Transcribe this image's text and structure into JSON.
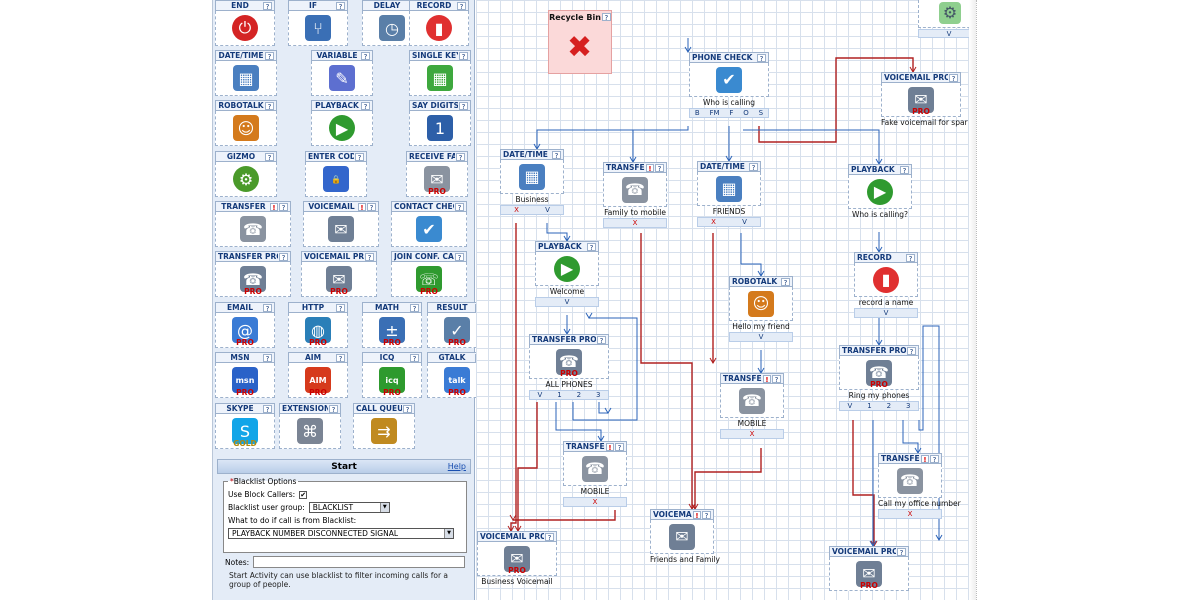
{
  "palette": {
    "tiles": [
      {
        "label": "END",
        "bang": false,
        "pro": false,
        "icon": "power-icon",
        "color": "#d42424",
        "glyph": "⏻"
      },
      {
        "label": "IF",
        "bang": false,
        "pro": false,
        "icon": "branch-icon",
        "color": "#3a6fb5",
        "glyph": "⑂"
      },
      {
        "label": "DELAY",
        "bang": false,
        "pro": false,
        "icon": "clock-icon",
        "color": "#5a7fa8",
        "glyph": "◷"
      },
      {
        "label": "RECORD",
        "bang": false,
        "pro": false,
        "icon": "record-icon",
        "color": "#e03030",
        "glyph": "▮"
      },
      {
        "label": "DATE/TIME",
        "bang": false,
        "pro": false,
        "icon": "calendar-icon",
        "color": "#4a7fc0",
        "glyph": "▦"
      },
      {
        "label": "VARIABLE",
        "bang": false,
        "pro": false,
        "icon": "variable-icon",
        "color": "#5d6fd0",
        "glyph": "✎"
      },
      {
        "label": "SINGLE KEY",
        "bang": false,
        "pro": false,
        "icon": "keypad-icon",
        "color": "#3ea83e",
        "glyph": "▦"
      },
      {
        "label": "ROBOTALK",
        "bang": false,
        "pro": false,
        "icon": "robot-icon",
        "color": "#d47a1c",
        "glyph": "☺"
      },
      {
        "label": "PLAYBACK",
        "bang": false,
        "pro": false,
        "icon": "headphones-icon",
        "color": "#2f9a2f",
        "glyph": "▶"
      },
      {
        "label": "SAY DIGITS",
        "bang": false,
        "pro": false,
        "icon": "say-digits-icon",
        "color": "#2d5fa8",
        "glyph": "1"
      },
      {
        "label": "GIZMO",
        "bang": false,
        "pro": false,
        "icon": "gear-icon",
        "color": "#4a9a2a",
        "glyph": "⚙"
      },
      {
        "label": "ENTER CODE",
        "bang": false,
        "pro": false,
        "icon": "lock-icon",
        "color": "#3366cc",
        "glyph": "🔒"
      },
      {
        "label": "RECEIVE FAX",
        "bang": false,
        "pro": true,
        "icon": "fax-icon",
        "color": "#8a93a0",
        "glyph": "✉"
      },
      {
        "label": "TRANSFER",
        "bang": true,
        "pro": false,
        "icon": "phone-icon",
        "color": "#8a93a0",
        "glyph": "☎"
      },
      {
        "label": "VOICEMAIL",
        "bang": true,
        "pro": false,
        "icon": "voicemail-icon",
        "color": "#6f7f95",
        "glyph": "✉"
      },
      {
        "label": "CONTACT CHECK",
        "bang": false,
        "pro": false,
        "icon": "contact-card-icon",
        "color": "#3a8ad0",
        "glyph": "✔"
      },
      {
        "label": "TRANSFER PRO",
        "bang": false,
        "pro": true,
        "icon": "multi-phone-icon",
        "color": "#6f7f95",
        "glyph": "☎"
      },
      {
        "label": "VOICEMAIL PRO",
        "bang": false,
        "pro": true,
        "icon": "voicemail-pro-icon",
        "color": "#6f7f95",
        "glyph": "✉"
      },
      {
        "label": "JOIN CONF. CALL",
        "bang": false,
        "pro": true,
        "icon": "conference-icon",
        "color": "#2f9a2f",
        "glyph": "☏"
      },
      {
        "label": "EMAIL",
        "bang": false,
        "pro": true,
        "icon": "email-icon",
        "color": "#3a7bd5",
        "glyph": "@"
      },
      {
        "label": "HTTP",
        "bang": false,
        "pro": true,
        "icon": "globe-icon",
        "color": "#2a7fb8",
        "glyph": "◍"
      },
      {
        "label": "MATH",
        "bang": false,
        "pro": true,
        "icon": "calculator-icon",
        "color": "#3a6fb5",
        "glyph": "±"
      },
      {
        "label": "RESULT",
        "bang": false,
        "pro": true,
        "icon": "result-icon",
        "color": "#5a7fa8",
        "glyph": "✓"
      },
      {
        "label": "MSN",
        "bang": false,
        "pro": true,
        "icon": "msn-icon",
        "color": "#2a62c8",
        "glyph": "msn"
      },
      {
        "label": "AIM",
        "bang": false,
        "pro": true,
        "icon": "aim-icon",
        "color": "#d63a1c",
        "glyph": "AIM"
      },
      {
        "label": "ICQ",
        "bang": false,
        "pro": true,
        "icon": "icq-icon",
        "color": "#2e9a2e",
        "glyph": "icq"
      },
      {
        "label": "GTALK",
        "bang": false,
        "pro": true,
        "icon": "gtalk-icon",
        "color": "#3a7bd5",
        "glyph": "talk"
      },
      {
        "label": "SKYPE",
        "bang": false,
        "pro": false,
        "gold": "GOLD",
        "icon": "skype-icon",
        "color": "#12a5e8",
        "glyph": "S"
      },
      {
        "label": "EXTENSION",
        "bang": false,
        "pro": false,
        "icon": "extension-tree-icon",
        "color": "#7a8494",
        "glyph": "⌘"
      },
      {
        "label": "CALL QUEUE",
        "bang": false,
        "pro": false,
        "icon": "call-queue-icon",
        "color": "#c08a20",
        "glyph": "⇉"
      }
    ],
    "pro_label": "PRO"
  },
  "start_panel": {
    "title": "Start",
    "help": "Help",
    "legend": "Blacklist Options",
    "use_block_callers_label": "Use Block Callers:",
    "use_block_callers_checked": "✔",
    "user_group_label": "Blacklist user group:",
    "user_group_value": "BLACKLIST",
    "action_label": "What to do if call is from Blacklist:",
    "action_value": "PLAYBACK NUMBER DISCONNECTED SIGNAL",
    "notes_label": "Notes:",
    "description": "Start Activity can use blacklist to filter incoming calls for a group of people."
  },
  "recycle_bin": {
    "label": "Recycle Bin"
  },
  "flow_nodes": [
    {
      "id": "phone_check",
      "title": "PHONE CHECK",
      "caption": "Who is calling",
      "ports": [
        "B",
        "FM",
        "F",
        "O",
        "S"
      ],
      "icon": "contact-card-icon",
      "color": "#3a8ad0",
      "glyph": "✔",
      "pro": false,
      "bang": false
    },
    {
      "id": "voicemail_pro_fake",
      "title": "VOICEMAIL PRO",
      "caption": "Fake voicemail for spar",
      "ports": [],
      "icon": "voicemail-pro-icon",
      "color": "#6f7f95",
      "glyph": "✉",
      "pro": true,
      "bang": false
    },
    {
      "id": "datetime_business",
      "title": "DATE/TIME",
      "caption": "Business",
      "ports": [
        "X",
        "V"
      ],
      "icon": "calendar-icon",
      "color": "#4a7fc0",
      "glyph": "▦",
      "pro": false,
      "bang": false
    },
    {
      "id": "transfer_family",
      "title": "TRANSFER",
      "caption": "Family to mobile",
      "ports": [
        "X"
      ],
      "icon": "phone-icon",
      "color": "#8a93a0",
      "glyph": "☎",
      "pro": false,
      "bang": true
    },
    {
      "id": "datetime_friends",
      "title": "DATE/TIME",
      "caption": "FRIENDS",
      "ports": [
        "X",
        "V"
      ],
      "icon": "calendar-icon",
      "color": "#4a7fc0",
      "glyph": "▦",
      "pro": false,
      "bang": false
    },
    {
      "id": "playback_who",
      "title": "PLAYBACK",
      "caption": "Who is calling?",
      "ports": [],
      "icon": "headphones-icon",
      "color": "#2f9a2f",
      "glyph": "▶",
      "pro": false,
      "bang": false
    },
    {
      "id": "playback_welcome",
      "title": "PLAYBACK",
      "caption": "Welcome",
      "ports": [
        "V"
      ],
      "icon": "headphones-icon",
      "color": "#2f9a2f",
      "glyph": "▶",
      "pro": false,
      "bang": false
    },
    {
      "id": "robotalk_hello",
      "title": "ROBOTALK",
      "caption": "Hello my friend",
      "ports": [
        "V"
      ],
      "icon": "robot-icon",
      "color": "#d47a1c",
      "glyph": "☺",
      "pro": false,
      "bang": false
    },
    {
      "id": "record_name",
      "title": "RECORD",
      "caption": "record a name",
      "ports": [
        "V"
      ],
      "icon": "record-icon",
      "color": "#e03030",
      "glyph": "▮",
      "pro": false,
      "bang": false
    },
    {
      "id": "transfer_pro_all",
      "title": "TRANSFER PRO",
      "caption": "ALL PHONES",
      "ports": [
        "V",
        "1",
        "2",
        "3"
      ],
      "icon": "multi-phone-icon",
      "color": "#6f7f95",
      "glyph": "☎",
      "pro": true,
      "bang": false
    },
    {
      "id": "transfer_mobile_friends",
      "title": "TRANSFER",
      "caption": "MOBILE",
      "ports": [
        "X"
      ],
      "icon": "phone-icon",
      "color": "#8a93a0",
      "glyph": "☎",
      "pro": false,
      "bang": true
    },
    {
      "id": "transfer_pro_ring",
      "title": "TRANSFER PRO",
      "caption": "Ring my phones",
      "ports": [
        "V",
        "1",
        "2",
        "3"
      ],
      "icon": "multi-phone-icon",
      "color": "#6f7f95",
      "glyph": "☎",
      "pro": true,
      "bang": false
    },
    {
      "id": "transfer_mobile",
      "title": "TRANSFER",
      "caption": "MOBILE",
      "ports": [
        "X"
      ],
      "icon": "phone-icon",
      "color": "#8a93a0",
      "glyph": "☎",
      "pro": false,
      "bang": true
    },
    {
      "id": "transfer_office",
      "title": "TRANSFER",
      "caption": "Call my office number",
      "ports": [
        "X"
      ],
      "icon": "phone-icon",
      "color": "#8a93a0",
      "glyph": "☎",
      "pro": false,
      "bang": true
    },
    {
      "id": "voicemail_friends",
      "title": "VOICEMAIL",
      "caption": "Friends and Family",
      "ports": [],
      "icon": "voicemail-icon",
      "color": "#6f7f95",
      "glyph": "✉",
      "pro": false,
      "bang": true
    },
    {
      "id": "voicemail_pro_business",
      "title": "VOICEMAIL PRO",
      "caption": "Business Voicemail",
      "ports": [],
      "icon": "voicemail-pro-icon",
      "color": "#6f7f95",
      "glyph": "✉",
      "pro": true,
      "bang": false
    },
    {
      "id": "voicemail_pro_bottom",
      "title": "VOICEMAIL PRO",
      "caption": "",
      "ports": [],
      "icon": "voicemail-pro-icon",
      "color": "#6f7f95",
      "glyph": "✉",
      "pro": true,
      "bang": false
    }
  ],
  "colors": {
    "accent": "#143a7a",
    "wire_blue": "#2b63b8",
    "wire_red": "#b02020",
    "pro_red": "#cc0000"
  }
}
